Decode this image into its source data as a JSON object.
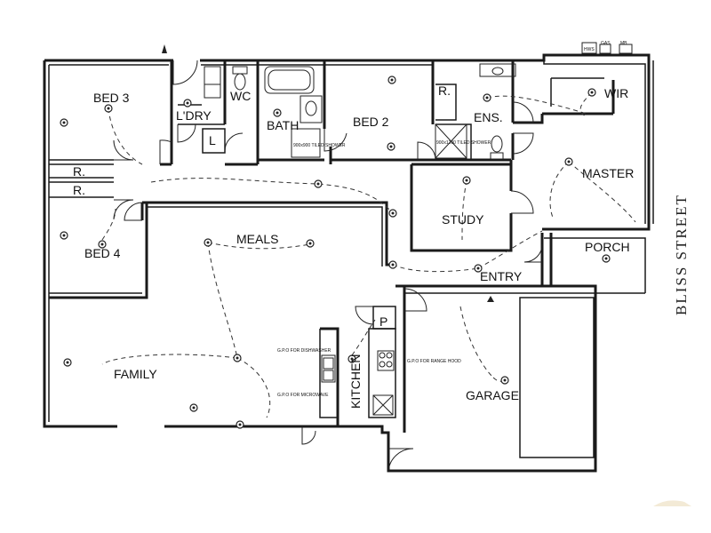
{
  "rooms": {
    "bed3": "BED 3",
    "laundry": "L'DRY",
    "wc": "WC",
    "bath": "BATH",
    "bed2": "BED 2",
    "ensuite": "ENS.",
    "wir": "WIR",
    "master": "MASTER",
    "study": "STUDY",
    "porch": "PORCH",
    "bed4": "BED 4",
    "meals": "MEALS",
    "entry": "ENTRY",
    "family": "FAMILY",
    "kitchen": "KITCHEN",
    "pantry": "P",
    "garage": "GARAGE",
    "linen": "L",
    "robe_1": "R.",
    "robe_2": "R.",
    "robe_3": "R."
  },
  "street": "BLISS STREET",
  "services": {
    "hws": "HWS",
    "gas": "GAS",
    "mb": "MB"
  },
  "notes": {
    "gpo_dishwasher": "G.P.O FOR DISHWASHER",
    "gpo_microwave": "G.P.O FOR MICROWAVE",
    "gpo_rangehood": "G.P.O FOR RANGE HOOD",
    "shower_bath": "900x900 TILED SHOWER",
    "shower_ens": "900x1200 TILED SHOWER"
  }
}
